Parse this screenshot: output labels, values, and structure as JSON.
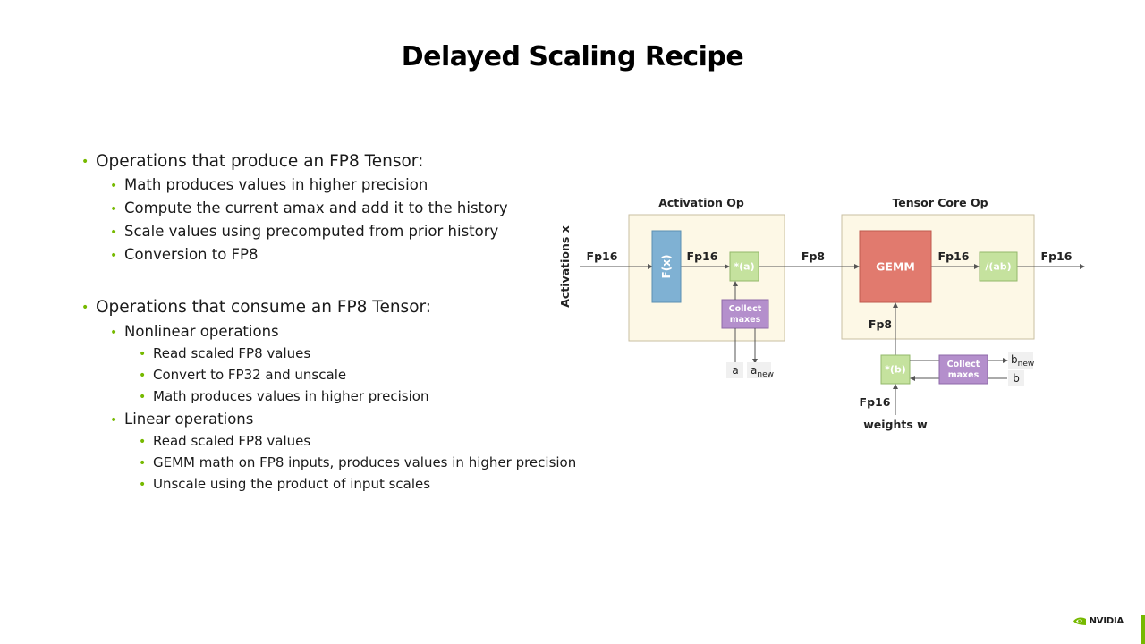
{
  "slide": {
    "title": "Delayed Scaling Recipe",
    "brand": "NVIDIA",
    "accent_color": "#76b900"
  },
  "bullets": [
    {
      "level": 1,
      "text": "Operations that produce an FP8 Tensor:"
    },
    {
      "level": 2,
      "text": "Math produces values in higher precision"
    },
    {
      "level": 2,
      "text": "Compute the current amax and add it to the history"
    },
    {
      "level": 2,
      "text": "Scale values using precomputed from prior history"
    },
    {
      "level": 2,
      "text": "Conversion to FP8"
    },
    {
      "level": 1,
      "text": "Operations that consume an FP8 Tensor:"
    },
    {
      "level": 2,
      "text": "Nonlinear operations"
    },
    {
      "level": 3,
      "text": "Read scaled FP8 values"
    },
    {
      "level": 3,
      "text": "Convert to FP32 and unscale"
    },
    {
      "level": 3,
      "text": "Math produces values in higher precision"
    },
    {
      "level": 2,
      "text": "Linear operations"
    },
    {
      "level": 3,
      "text": "Read scaled FP8 values"
    },
    {
      "level": 3,
      "text": "GEMM math on FP8 inputs, produces values in higher precision"
    },
    {
      "level": 3,
      "text": "Unscale using the product of input scales"
    }
  ],
  "diagram": {
    "activation_group_label": "Activation Op",
    "tensor_core_group_label": "Tensor Core Op",
    "input_label": "Activations x",
    "weights_label": "weights w",
    "fx_box": "F(x)",
    "scale_a_box": "*(a)",
    "collect_maxes_label": "Collect maxes",
    "gemm_box": "GEMM",
    "unscale_box": "/(ab)",
    "scale_b_box": "*(b)",
    "edge_labels": {
      "input_fp16": "Fp16",
      "fx_out_fp16": "Fp16",
      "act_out_fp8": "Fp8",
      "gemm_out_fp16": "Fp16",
      "output_fp16": "Fp16",
      "weight_fp8": "Fp8",
      "weight_in_fp16": "Fp16"
    },
    "scale_a_tag": "a",
    "amax_a_tag_base": "a",
    "amax_a_tag_sub": "new",
    "amax_b_tag_base": "b",
    "amax_b_tag_sub": "new",
    "scale_b_tag": "b",
    "colors": {
      "group_fill": "#fdf8e6",
      "fx_fill": "#7fb1d3",
      "scale_fill": "#c5e29e",
      "collect_fill": "#b48fcc",
      "gemm_fill": "#e17a6e"
    }
  }
}
